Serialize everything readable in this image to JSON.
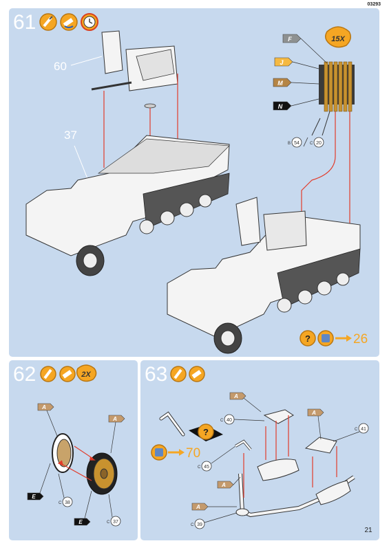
{
  "product_code": "03293",
  "page_number": "21",
  "colors": {
    "panel": "#c7d9ee",
    "accent_orange": "#f5a623",
    "red_line": "#e23b2a",
    "flag_tan": "#c49a6c"
  },
  "step61": {
    "number": "61",
    "icons": [
      "glue-brush-icon",
      "glue-tube-icon",
      "clock-icon"
    ],
    "part_labels": {
      "p60": "60",
      "p37": "37"
    },
    "multiplier": "15X",
    "flags": [
      "F",
      "J",
      "M",
      "N"
    ],
    "refs": {
      "b": "B",
      "b_num": "54",
      "c": "C",
      "c_num": "20"
    },
    "next_ref": "26"
  },
  "step62": {
    "number": "62",
    "icons": [
      "glue-brush-icon",
      "glue-tube-icon"
    ],
    "multiplier": "2X",
    "flags": [
      "A",
      "A",
      "E",
      "E"
    ],
    "refs": [
      {
        "letter": "C",
        "num": "38"
      },
      {
        "letter": "C",
        "num": "37"
      }
    ]
  },
  "step63": {
    "number": "63",
    "icons": [
      "glue-brush-icon",
      "glue-tube-icon"
    ],
    "flags": [
      "A",
      "A",
      "A",
      "A"
    ],
    "refs": [
      {
        "letter": "C",
        "num": "40"
      },
      {
        "letter": "C",
        "num": "41"
      },
      {
        "letter": "C",
        "num": "45"
      },
      {
        "letter": "C",
        "num": "39"
      }
    ],
    "next_ref": "70"
  }
}
